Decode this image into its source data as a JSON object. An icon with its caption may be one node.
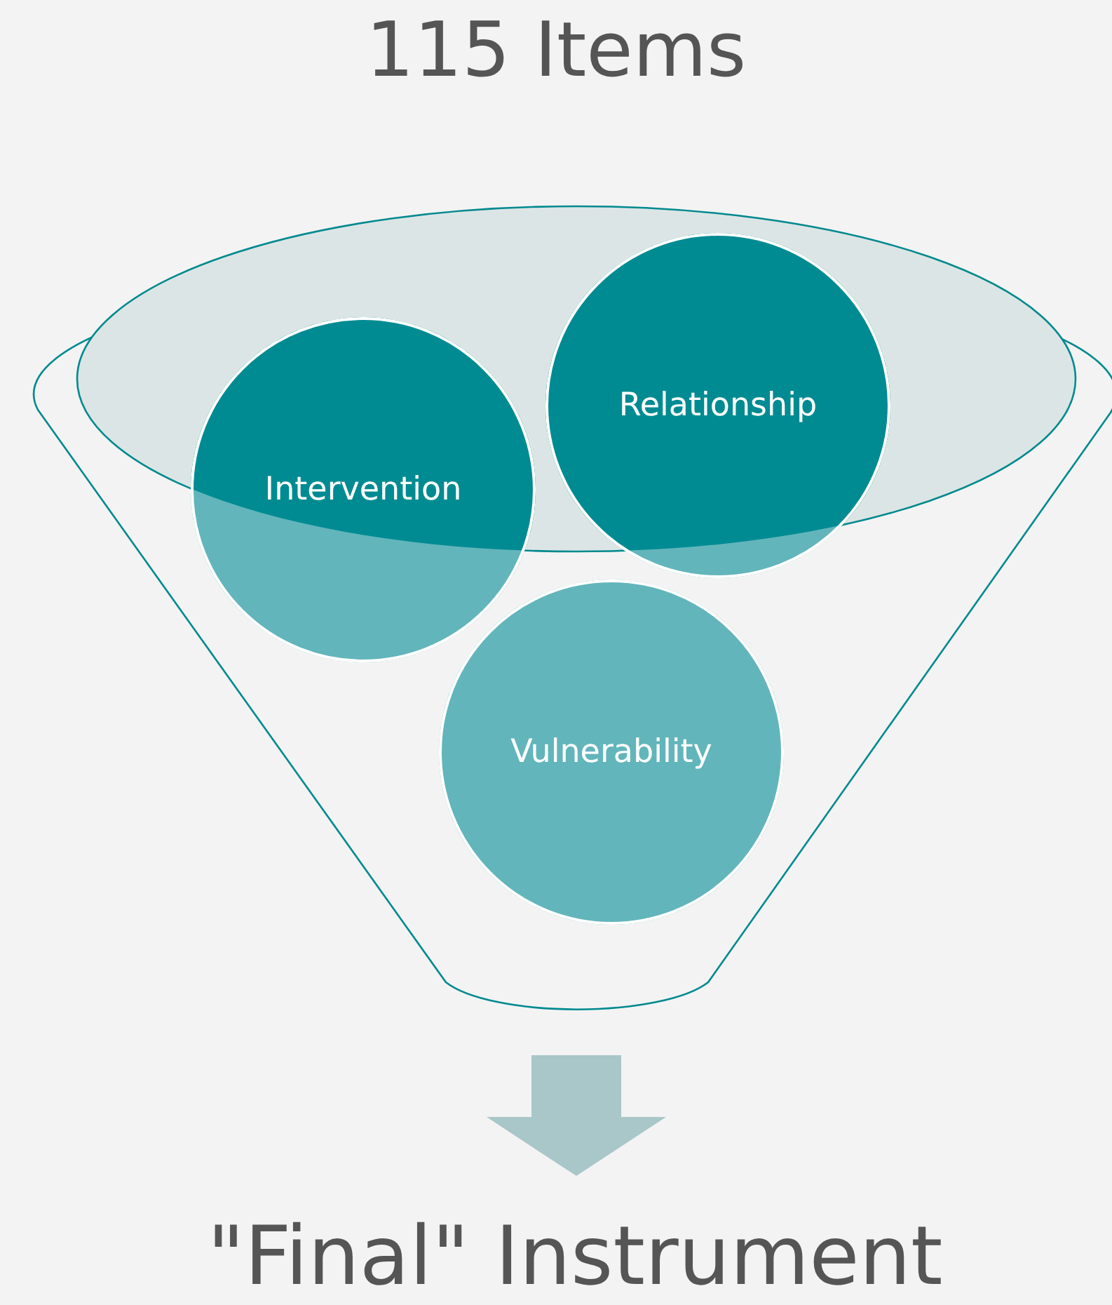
{
  "diagram": {
    "title": "115 Items",
    "nodes": [
      {
        "text": [],
        "shape": "funnel"
      },
      {
        "text": [
          "Relationship"
        ]
      },
      {
        "text": [
          "Intervention"
        ]
      },
      {
        "text": [
          "Vulnerability"
        ],
        "in": 0
      },
      {
        "text": [
          "\"Final\" Instrument"
        ]
      }
    ],
    "edges": [
      {
        "from": 0,
        "to": 4,
        "arrow": "to"
      }
    ]
  }
}
